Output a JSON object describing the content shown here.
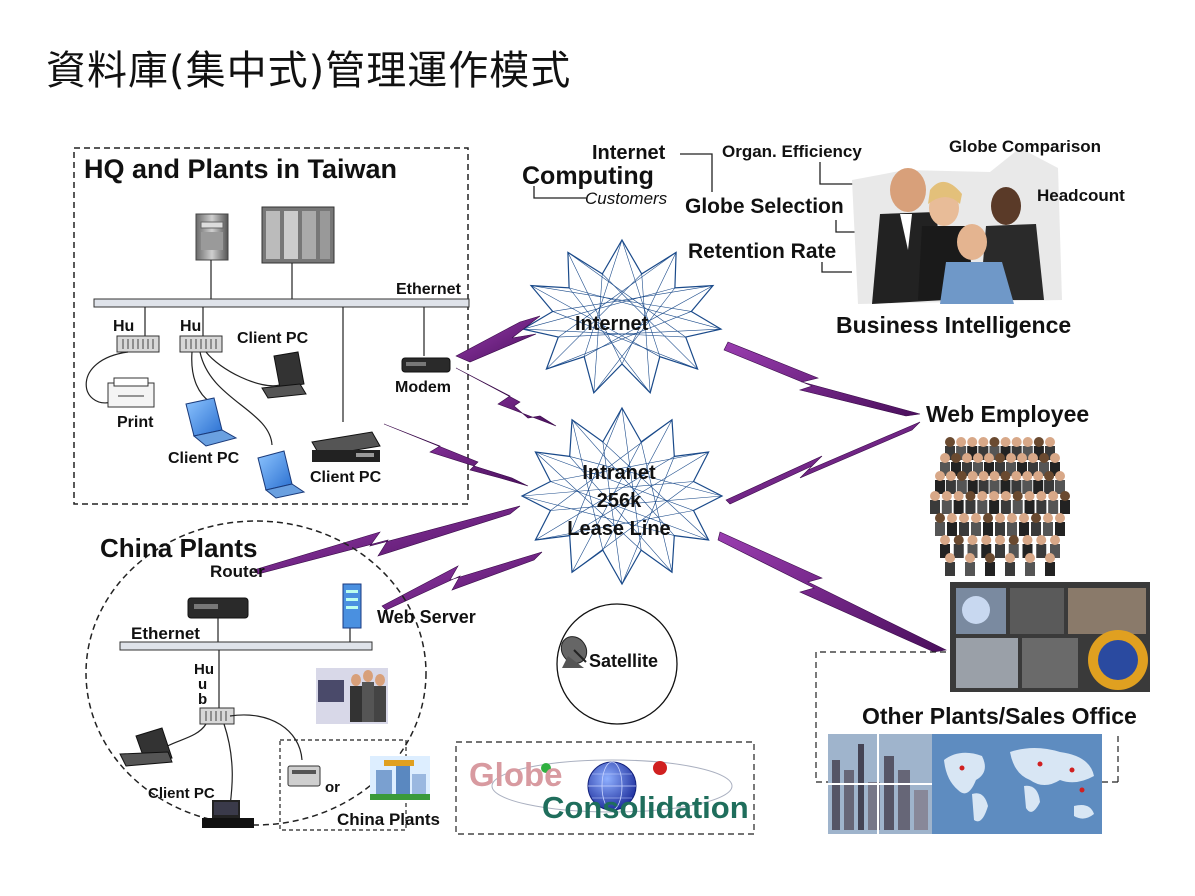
{
  "title": "資料庫(集中式)管理運作模式",
  "hq": {
    "heading": "HQ and Plants in Taiwan",
    "ethernet": "Ethernet",
    "hub1": "Hu",
    "hub2": "Hu",
    "client_pc_top": "Client PC",
    "print": "Print",
    "client_pc_left": "Client PC",
    "client_pc_right": "Client PC",
    "modem": "Modem"
  },
  "network": {
    "internet": "Internet",
    "intranet_lines": [
      "Intranet",
      "256k",
      "Lease Line"
    ],
    "satellite": "Satellite"
  },
  "bi": {
    "internet": "Internet",
    "computing": "Computing",
    "customers": "Customers",
    "organ_efficiency": "Organ. Efficiency",
    "globe_comparison": "Globe Comparison",
    "globe_selection": "Globe Selection",
    "headcount": "Headcount",
    "retention_rate": "Retention Rate",
    "heading": "Business Intelligence"
  },
  "web_employee": "Web Employee",
  "other_plants": "Other Plants/Sales Office",
  "china": {
    "heading": "China Plants",
    "router": "Router",
    "ethernet": "Ethernet",
    "web_server": "Web Server",
    "hub_lines": [
      "Hu",
      "u",
      "b"
    ],
    "client_pc": "Client PC",
    "or": "or",
    "china_plants": "China Plants"
  },
  "globe_consolidation": {
    "word1": "Globe",
    "word2": "Consolidation"
  },
  "colors": {
    "bolt": "#6e1a7e",
    "star": "#1a4a8a",
    "globe_pink": "#d89aa0",
    "consolidation_teal": "#1f6e5c"
  }
}
